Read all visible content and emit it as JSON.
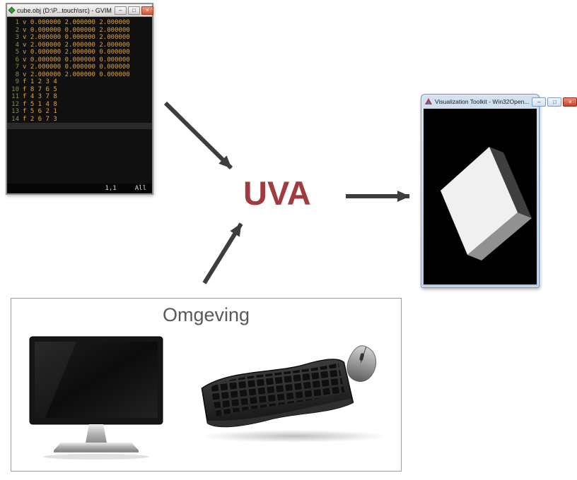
{
  "page": {
    "background": "#ffffff"
  },
  "gvim": {
    "title": "cube.obj (D:\\P...touch\\src) - GVIM",
    "controls": {
      "minimize": "–",
      "maximize": "□",
      "close": "×"
    },
    "buffer": {
      "lines": [
        {
          "num": "1",
          "text": "v 0.000000 2.000000 2.000000"
        },
        {
          "num": "2",
          "text": "v 0.000000 0.000000 2.000000"
        },
        {
          "num": "3",
          "text": "v 2.000000 0.000000 2.000000"
        },
        {
          "num": "4",
          "text": "v 2.000000 2.000000 2.000000"
        },
        {
          "num": "5",
          "text": "v 0.000000 2.000000 0.000000"
        },
        {
          "num": "6",
          "text": "v 0.000000 0.000000 0.000000"
        },
        {
          "num": "7",
          "text": "v 2.000000 0.000000 0.000000"
        },
        {
          "num": "8",
          "text": "v 2.000000 2.000000 0.000000"
        },
        {
          "num": "9",
          "text": "f 1 2 3 4"
        },
        {
          "num": "10",
          "text": "f 8 7 6 5"
        },
        {
          "num": "11",
          "text": "f 4 3 7 8"
        },
        {
          "num": "12",
          "text": "f 5 1 4 8"
        },
        {
          "num": "13",
          "text": "f 5 6 2 1"
        },
        {
          "num": "14",
          "text": "f 2 6 7 3"
        }
      ]
    },
    "statusbar": {
      "cursor_position": "1,1",
      "scroll_position": "All"
    },
    "colors": {
      "background": "#101010",
      "line_number": "#8f8f3a",
      "text": "#e2a33c"
    }
  },
  "uva": {
    "label": "UVA",
    "color": "#A23B3E"
  },
  "vtk": {
    "title": "Visualization Toolkit - Win32Open...",
    "controls": {
      "minimize": "–",
      "maximize": "□",
      "close": "×"
    },
    "cube_colors": {
      "front": "#f0f0f0",
      "top": "#3f3f3f",
      "side": "#919191"
    }
  },
  "omgeving": {
    "label": "Omgeving"
  }
}
